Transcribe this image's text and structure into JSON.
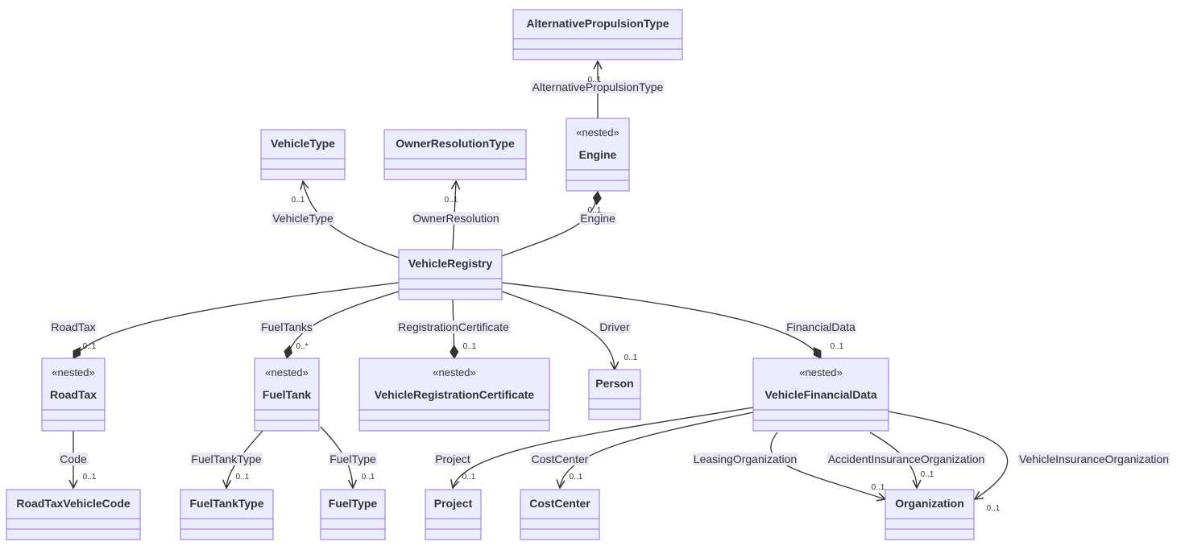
{
  "classes": [
    {
      "id": "altprop",
      "name": "AlternativePropulsionType",
      "stereotype": ""
    },
    {
      "id": "engine",
      "name": "Engine",
      "stereotype": "«nested»"
    },
    {
      "id": "vehicletype",
      "name": "VehicleType",
      "stereotype": ""
    },
    {
      "id": "ownerres",
      "name": "OwnerResolutionType",
      "stereotype": ""
    },
    {
      "id": "registry",
      "name": "VehicleRegistry",
      "stereotype": ""
    },
    {
      "id": "roadtax",
      "name": "RoadTax",
      "stereotype": "«nested»"
    },
    {
      "id": "fueltank",
      "name": "FuelTank",
      "stereotype": "«nested»"
    },
    {
      "id": "vrc",
      "name": "VehicleRegistrationCertificate",
      "stereotype": "«nested»"
    },
    {
      "id": "person",
      "name": "Person",
      "stereotype": ""
    },
    {
      "id": "vfd",
      "name": "VehicleFinancialData",
      "stereotype": "«nested»"
    },
    {
      "id": "rtvc",
      "name": "RoadTaxVehicleCode",
      "stereotype": ""
    },
    {
      "id": "fueltanktype",
      "name": "FuelTankType",
      "stereotype": ""
    },
    {
      "id": "fueltype",
      "name": "FuelType",
      "stereotype": ""
    },
    {
      "id": "project",
      "name": "Project",
      "stereotype": ""
    },
    {
      "id": "costcenter",
      "name": "CostCenter",
      "stereotype": ""
    },
    {
      "id": "organization",
      "name": "Organization",
      "stereotype": ""
    }
  ],
  "relations": [
    {
      "id": "e-altprop",
      "label": "AlternativePropulsionType",
      "multiplicity": "0..1",
      "kind": "association"
    },
    {
      "id": "e-vehicletype",
      "label": "VehicleType",
      "multiplicity": "0..1",
      "kind": "association"
    },
    {
      "id": "e-ownerres",
      "label": "OwnerResolution",
      "multiplicity": "0..1",
      "kind": "association"
    },
    {
      "id": "e-engine",
      "label": "Engine",
      "multiplicity": "0..1",
      "kind": "composition"
    },
    {
      "id": "e-roadtax",
      "label": "RoadTax",
      "multiplicity": "0..1",
      "kind": "composition"
    },
    {
      "id": "e-fueltanks",
      "label": "FuelTanks",
      "multiplicity": "0..*",
      "kind": "composition"
    },
    {
      "id": "e-regcert",
      "label": "RegistrationCertificate",
      "multiplicity": "0..1",
      "kind": "composition"
    },
    {
      "id": "e-driver",
      "label": "Driver",
      "multiplicity": "0..1",
      "kind": "association"
    },
    {
      "id": "e-financial",
      "label": "FinancialData",
      "multiplicity": "0..1",
      "kind": "composition"
    },
    {
      "id": "e-code",
      "label": "Code",
      "multiplicity": "0..1",
      "kind": "association"
    },
    {
      "id": "e-fueltanktype",
      "label": "FuelTankType",
      "multiplicity": "0..1",
      "kind": "association"
    },
    {
      "id": "e-fueltype",
      "label": "FuelType",
      "multiplicity": "0..1",
      "kind": "association"
    },
    {
      "id": "e-project",
      "label": "Project",
      "multiplicity": "0..1",
      "kind": "association"
    },
    {
      "id": "e-costcenter",
      "label": "CostCenter",
      "multiplicity": "0..1",
      "kind": "association"
    },
    {
      "id": "e-leasing",
      "label": "LeasingOrganization",
      "multiplicity": "0..1",
      "kind": "association"
    },
    {
      "id": "e-accident",
      "label": "AccidentInsuranceOrganization",
      "multiplicity": "0..1",
      "kind": "association"
    },
    {
      "id": "e-vehins",
      "label": "VehicleInsuranceOrganization",
      "multiplicity": "0..1",
      "kind": "association"
    }
  ],
  "colors": {
    "class_fill": "#ECECFF",
    "class_stroke": "#9370DB",
    "edge": "#333333",
    "label_background": "#E8E8F4",
    "text": "#333333"
  }
}
